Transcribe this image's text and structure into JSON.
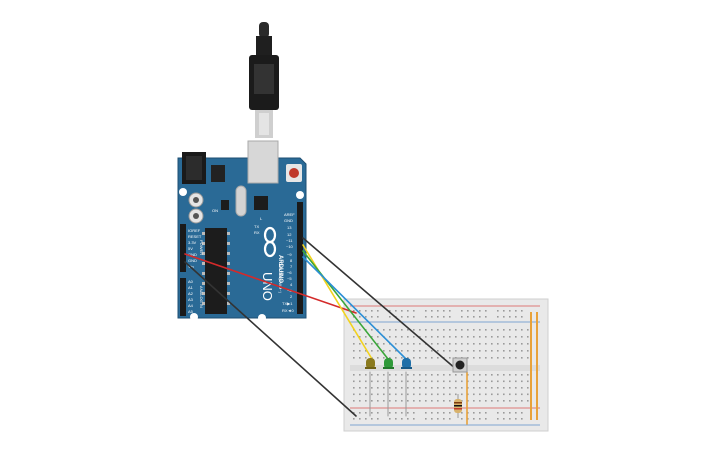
{
  "colors": {
    "board": "#2a6a96",
    "board_edge": "#1e4f73",
    "breadboard": "#e9e9e9",
    "rail_red": "#d9534f",
    "rail_blue": "#5b8ec9",
    "wire_black": "#333333",
    "wire_red": "#d42a2a",
    "wire_yellow": "#f2d21e",
    "wire_green": "#3aa63a",
    "wire_blue": "#2b8fd6",
    "wire_orange": "#e8a23a",
    "led_olive": "#8a7a1e",
    "led_green": "#2f9a3a",
    "led_blue": "#1f6fa8"
  },
  "arduino": {
    "brand": "ARDUINO",
    "model": "UNO",
    "header_top_labels": [
      "AREF",
      "GND",
      "13",
      "12",
      "~11",
      "~10",
      "~9",
      "8",
      "7",
      "~6",
      "~5",
      "4",
      "~3",
      "2",
      "TX▶1",
      "RX◄0"
    ],
    "digital_label": "DIGITAL (PWM~)",
    "power_labels": [
      "IOREF",
      "RESET",
      "3.3V",
      "5V",
      "GND",
      "GND",
      "Vin"
    ],
    "power_label": "POWER",
    "analog_labels": [
      "A0",
      "A1",
      "A2",
      "A3",
      "A4",
      "A5"
    ],
    "analog_label": "ANALOG IN",
    "misc_labels": [
      "ON",
      "L",
      "TX",
      "RX"
    ]
  },
  "components": {
    "leds": [
      "olive-led",
      "green-led",
      "blue-led"
    ],
    "button": "pushbutton",
    "resistor": "resistor"
  }
}
